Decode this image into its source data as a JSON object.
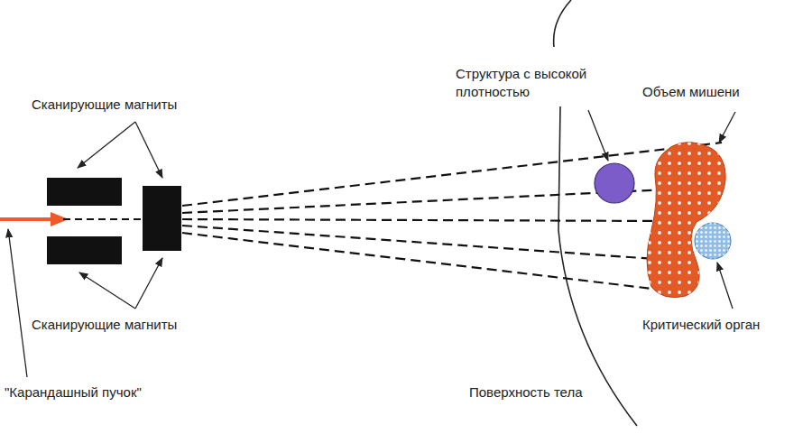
{
  "diagram": {
    "labels": [
      "Структура с высокой плотностью",
      "Объем мишени",
      "Сканирующие магниты",
      "Сканирующие магниты",
      "Критический орган",
      "\"Карандашный пучок\"",
      "Поверхность тела"
    ]
  }
}
